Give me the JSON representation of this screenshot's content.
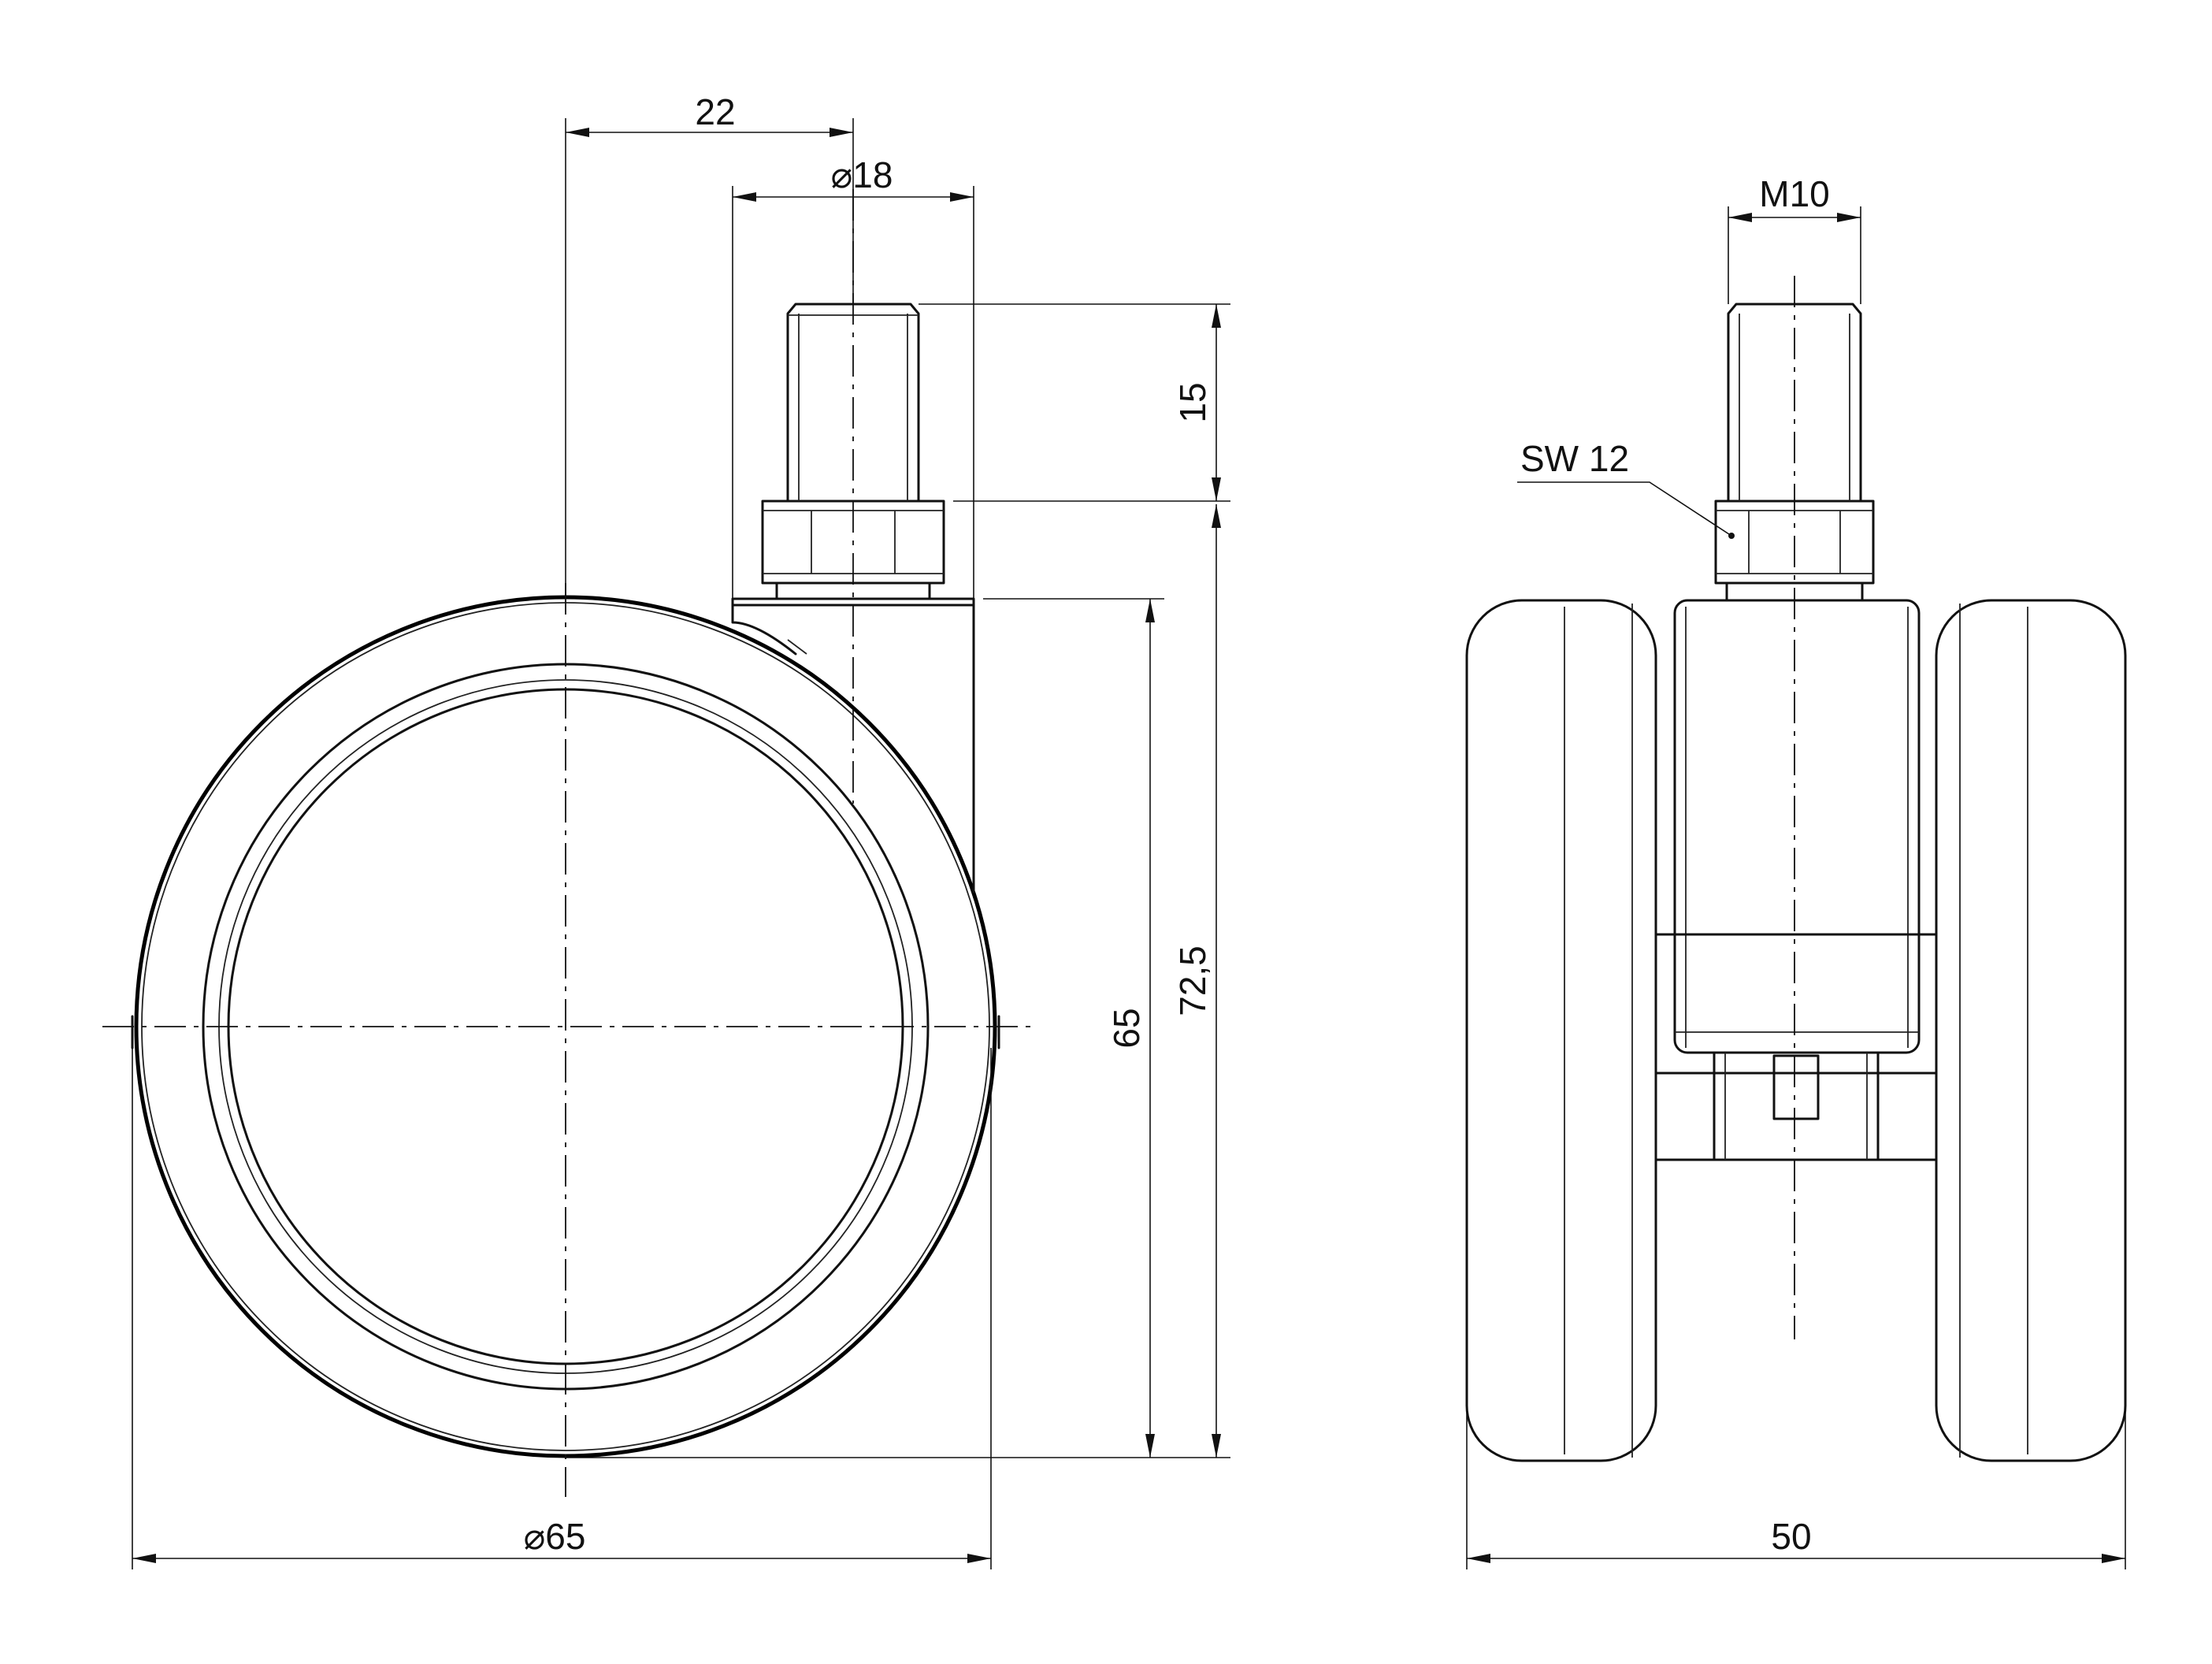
{
  "dimensions": {
    "offset_top": "22",
    "stem_diameter": "⌀18",
    "stem_length": "15",
    "thread": "M10",
    "wrench_size": "SW 12",
    "wheel_height": "65",
    "total_height": "72,5",
    "wheel_diameter": "⌀65",
    "total_width": "50"
  },
  "colors": {
    "line": "#111111",
    "background": "#ffffff"
  }
}
